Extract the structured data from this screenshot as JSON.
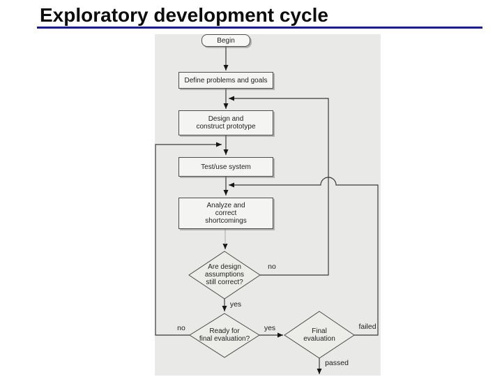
{
  "title": "Exploratory development cycle",
  "colors": {
    "title_text": "#0d0d0d",
    "title_rule": "#1d1d87",
    "panel_bg": "#e9e9e7",
    "line": "#3a3a3a",
    "faint_line": "#b5b5b3"
  },
  "diagram": {
    "nodes": [
      {
        "id": "begin",
        "type": "terminator",
        "label": "Begin"
      },
      {
        "id": "define",
        "type": "process",
        "label": "Define problems and goals"
      },
      {
        "id": "design",
        "type": "process",
        "label": "Design and\nconstruct prototype"
      },
      {
        "id": "test",
        "type": "process",
        "label": "Test/use system"
      },
      {
        "id": "analyze",
        "type": "process",
        "label": "Analyze and\ncorrect\nshortcomings"
      },
      {
        "id": "assumptions-decision",
        "type": "decision",
        "label": "Are design\nassumptions\nstill correct?"
      },
      {
        "id": "ready-decision",
        "type": "decision",
        "label": "Ready for\nfinal evaluation?"
      },
      {
        "id": "final-evaluation",
        "type": "decision",
        "label": "Final\nevaluation"
      }
    ],
    "edge_labels": [
      {
        "id": "assumptions-no",
        "label": "no"
      },
      {
        "id": "assumptions-yes",
        "label": "yes"
      },
      {
        "id": "ready-no",
        "label": "no"
      },
      {
        "id": "ready-yes",
        "label": "yes"
      },
      {
        "id": "evaluation-failed",
        "label": "failed"
      },
      {
        "id": "evaluation-passed",
        "label": "passed"
      }
    ]
  }
}
